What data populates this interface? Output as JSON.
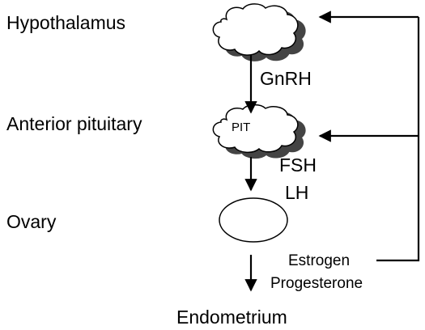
{
  "labels": {
    "hypothalamus": "Hypothalamus",
    "anterior_pituitary": "Anterior pituitary",
    "ovary": "Ovary",
    "endometrium": "Endometrium"
  },
  "hormones": {
    "gnrh": "GnRH",
    "fsh": "FSH",
    "lh": "LH",
    "estrogen": "Estrogen",
    "progesterone": "Progesterone"
  },
  "cloud_labels": {
    "pituitary": "PIT"
  },
  "colors": {
    "stroke": "#000000",
    "cloud_fill": "#ffffff",
    "cloud_shadow": "#444444",
    "background": "#ffffff"
  }
}
